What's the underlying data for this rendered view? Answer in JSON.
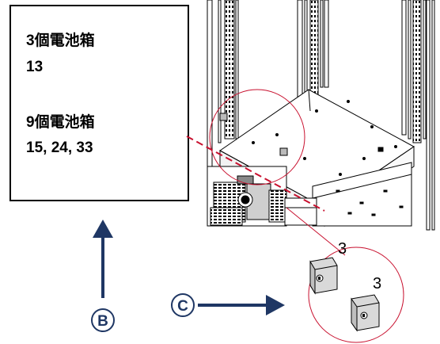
{
  "info_box": {
    "group1_title": "3個電池箱",
    "group1_value": "13",
    "group2_title": "9個電池箱",
    "group2_value": "15, 24, 33"
  },
  "callouts": {
    "b_label": "B",
    "c_label": "C"
  },
  "detail": {
    "qty_top": "3",
    "qty_bottom": "3"
  },
  "colors": {
    "accent_navy": "#1f3764",
    "highlight_red": "#c8102e",
    "line_black": "#000000",
    "part_gray": "#d9d9d9"
  },
  "icons": [
    "arrow-up-icon",
    "arrow-right-icon",
    "mounting-bracket-icon"
  ]
}
